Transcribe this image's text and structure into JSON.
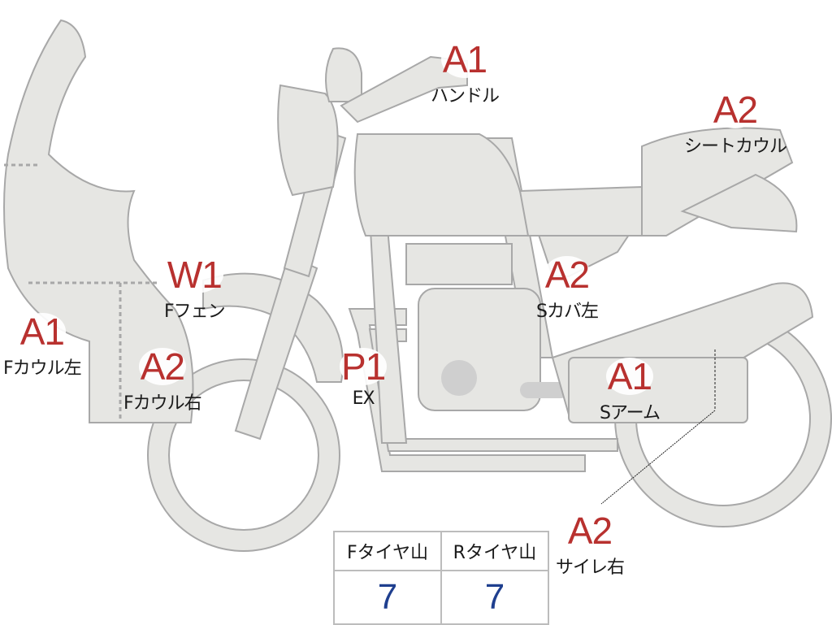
{
  "labels": [
    {
      "id": "handle",
      "code": "A1",
      "name": "ハンドル"
    },
    {
      "id": "seat-cowl",
      "code": "A2",
      "name": "シートカウル"
    },
    {
      "id": "f-fender",
      "code": "W1",
      "name": "Fフェン"
    },
    {
      "id": "s-cover-left",
      "code": "A2",
      "name": "Sカバ左"
    },
    {
      "id": "f-cowl-left",
      "code": "A1",
      "name": "Fカウル左"
    },
    {
      "id": "f-cowl-right",
      "code": "A2",
      "name": "Fカウル右"
    },
    {
      "id": "ex",
      "code": "P1",
      "name": "EX"
    },
    {
      "id": "s-arm",
      "code": "A1",
      "name": "Sアーム"
    },
    {
      "id": "silencer-right",
      "code": "A2",
      "name": "サイレ右"
    }
  ],
  "tire_tread": {
    "front_label": "Fタイヤ山",
    "rear_label": "Rタイヤ山",
    "front_value": "7",
    "rear_value": "7"
  },
  "colors": {
    "code": "#b8312f",
    "value": "#1f3f8f",
    "part": "#e6e6e3"
  }
}
